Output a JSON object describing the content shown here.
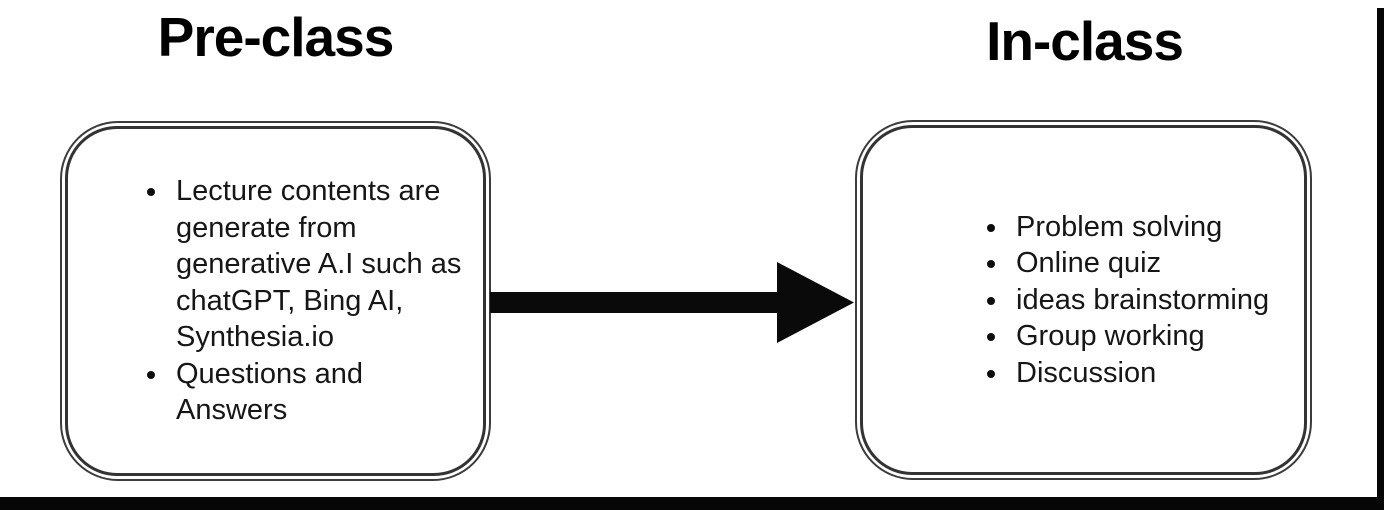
{
  "diagram": {
    "kind": "pre-class to in-class flipped-classroom flow",
    "colors": {
      "background": "#ffffff",
      "ink": "#000000",
      "box_border": "#333333",
      "arrow": "#0a0a0a",
      "edge_bars": "#060606"
    }
  },
  "pre_class": {
    "title": "Pre-class",
    "items": [
      [
        "Lecture contents are",
        "generate from",
        "generative A.I such as",
        "chatGPT, Bing AI,",
        "Synthesia.io"
      ],
      [
        "Questions and Answers"
      ]
    ]
  },
  "in_class": {
    "title": "In-class",
    "items": [
      "Problem solving",
      "Online quiz",
      "ideas brainstorming",
      "Group working",
      "Discussion"
    ]
  },
  "arrow": {
    "direction": "left-to-right",
    "from": "Pre-class",
    "to": "In-class"
  }
}
